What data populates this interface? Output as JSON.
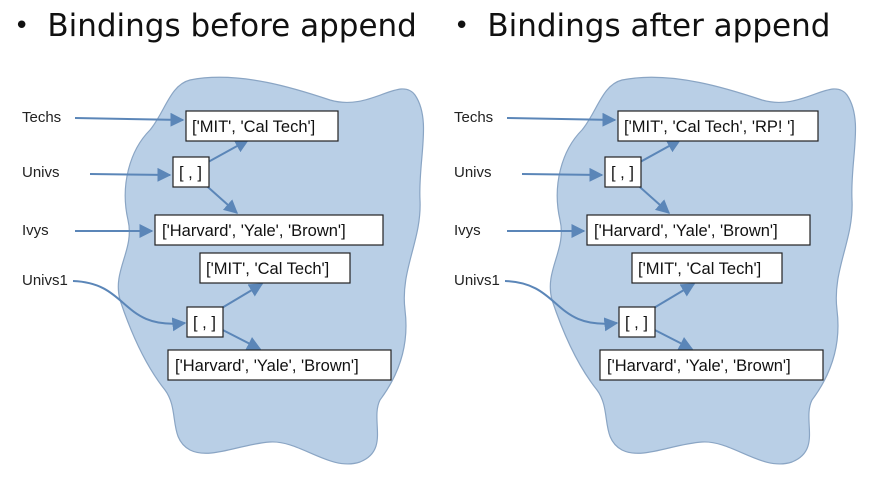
{
  "titles": {
    "bullet": "•",
    "left": "Bindings before append",
    "right": "Bindings after append"
  },
  "left_panel": {
    "names": [
      "Techs",
      "Univs",
      "Ivys",
      "Univs1"
    ],
    "techs_box": "['MIT', 'Cal Tech']",
    "univs_box": "[ , ]",
    "ivys_box": "['Harvard', 'Yale', 'Brown']",
    "techs_copy_box": "['MIT', 'Cal Tech']",
    "univs1_box": "[ , ]",
    "ivys_copy_box": "['Harvard', 'Yale', 'Brown']"
  },
  "right_panel": {
    "names": [
      "Techs",
      "Univs",
      "Ivys",
      "Univs1"
    ],
    "techs_box": "['MIT', 'Cal Tech', 'RP! ']",
    "univs_box": "[ , ]",
    "ivys_box": "['Harvard', 'Yale', 'Brown']",
    "techs_copy_box": "['MIT', 'Cal Tech']",
    "univs1_box": "[ , ]",
    "ivys_copy_box": "['Harvard', 'Yale', 'Brown']"
  },
  "colors": {
    "blob_fill": "#b9cfe6",
    "arrow": "#5b86b8"
  }
}
